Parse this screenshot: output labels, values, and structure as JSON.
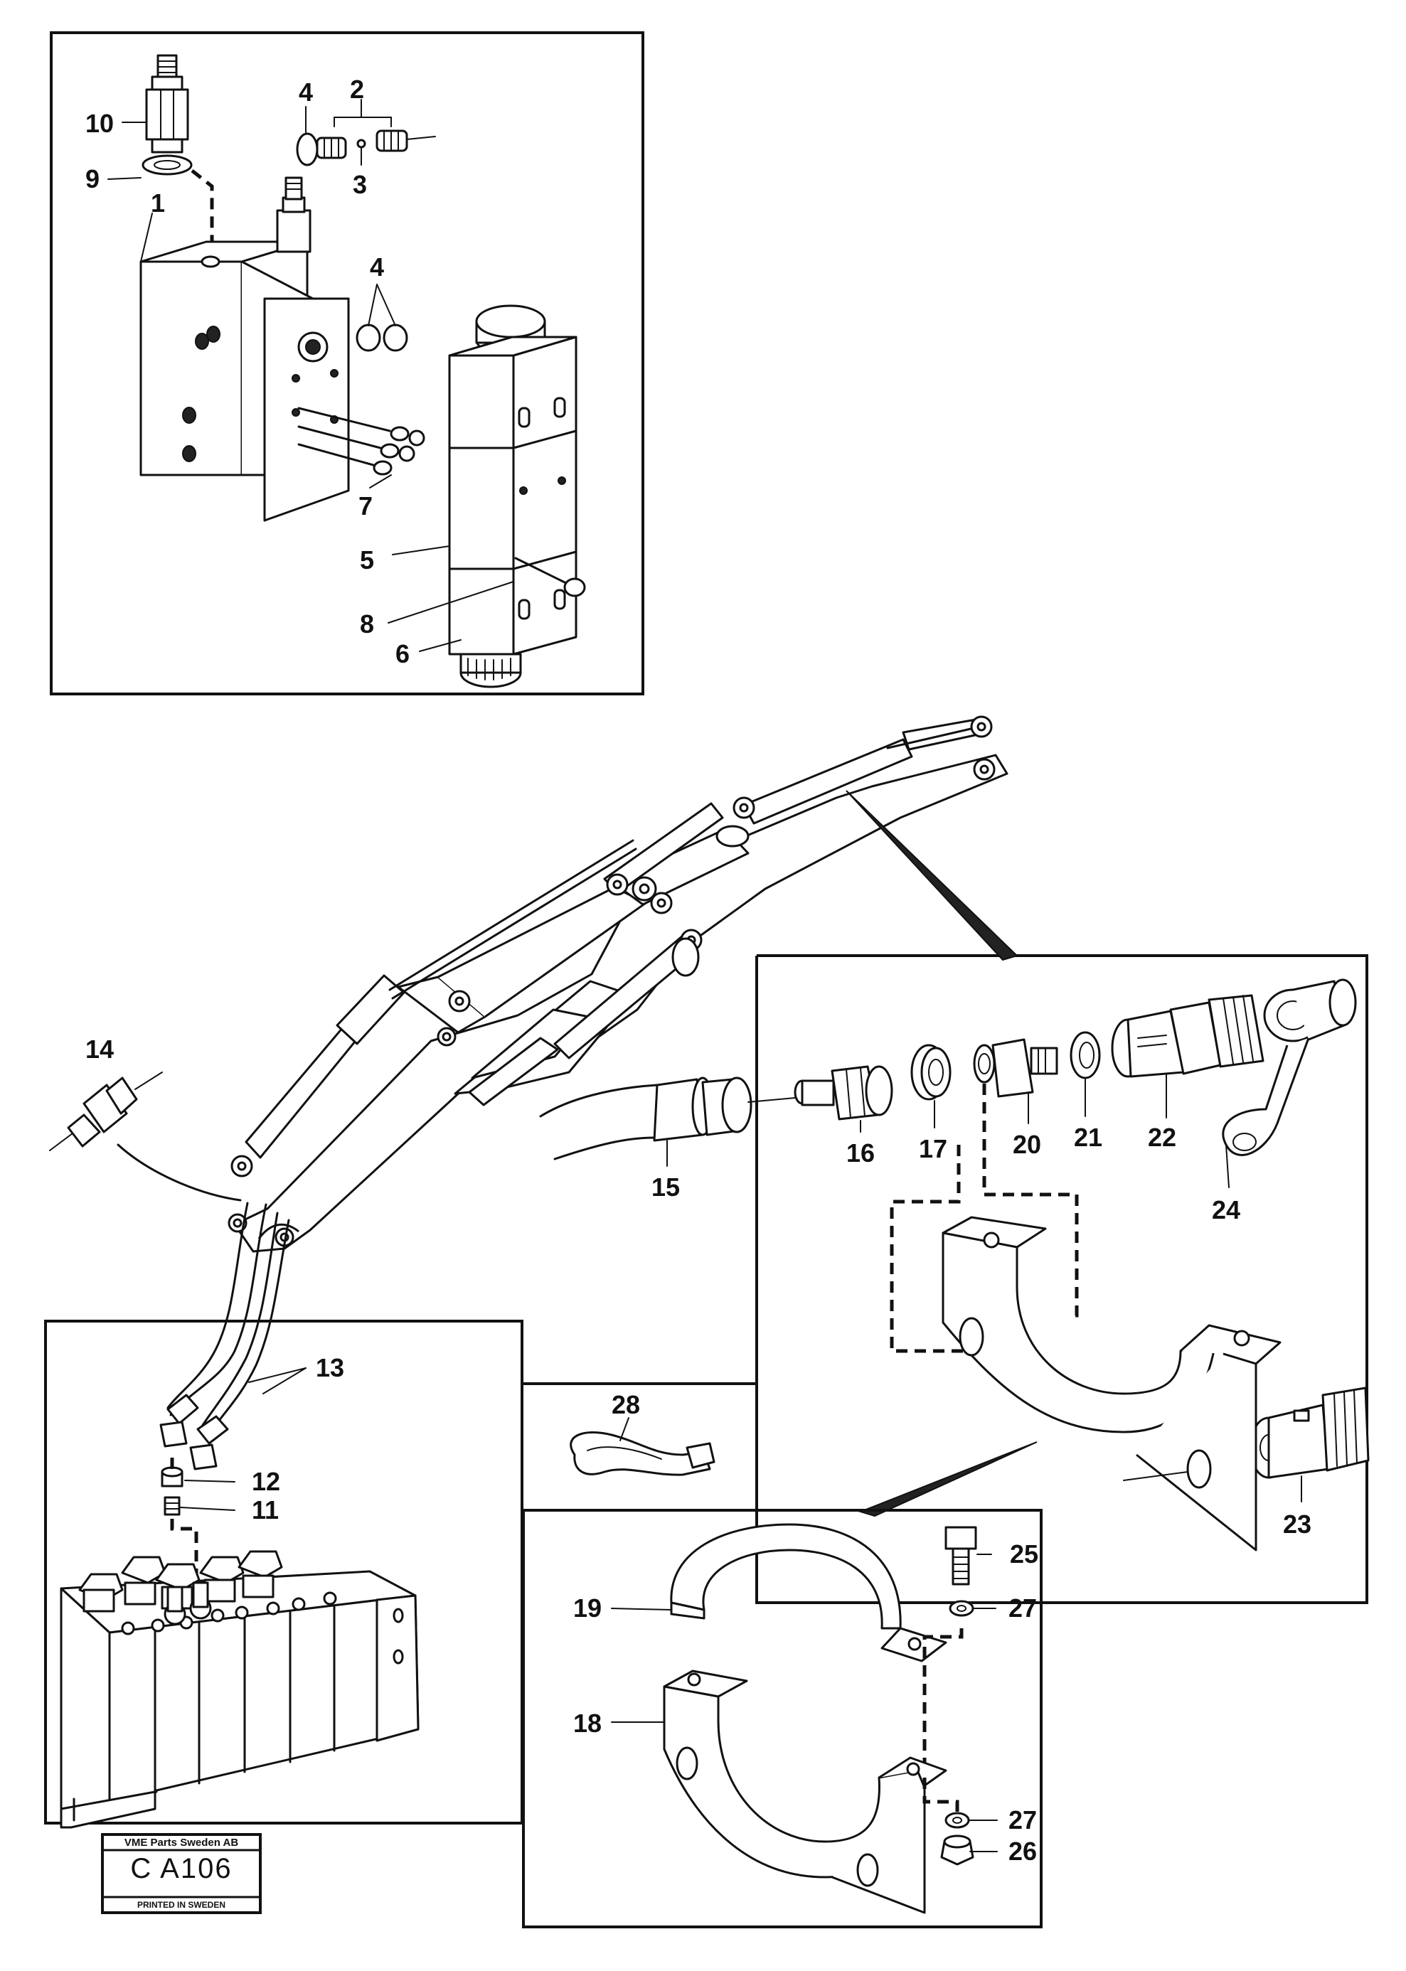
{
  "labels": {
    "p1": "1",
    "p2": "2",
    "p3": "3",
    "p4a": "4",
    "p4b": "4",
    "p5": "5",
    "p6": "6",
    "p7": "7",
    "p8": "8",
    "p9": "9",
    "p10": "10",
    "p11": "11",
    "p12": "12",
    "p13": "13",
    "p14": "14",
    "p15": "15",
    "p16": "16",
    "p17": "17",
    "p18": "18",
    "p19": "19",
    "p20": "20",
    "p21": "21",
    "p22": "22",
    "p23": "23",
    "p24": "24",
    "p25": "25",
    "p26": "26",
    "p27a": "27",
    "p27b": "27",
    "p28": "28"
  },
  "stamp": {
    "company": "VME Parts Sweden AB",
    "code": "C A106",
    "footer": "PRINTED IN SWEDEN"
  }
}
